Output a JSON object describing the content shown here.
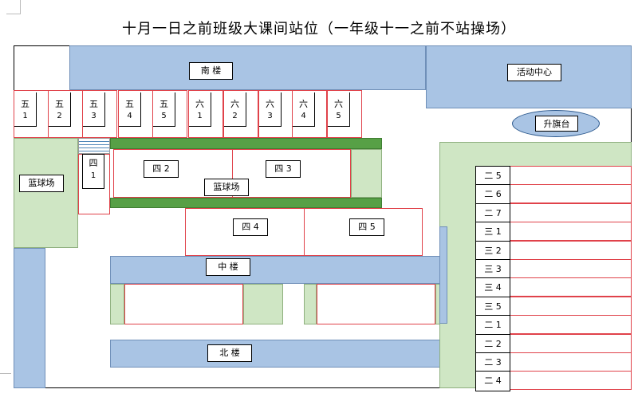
{
  "title": "十月一日之前班级大课间站位（一年级十一之前不站操场）",
  "buildings": {
    "south": "南  楼",
    "middle": "中  楼",
    "north": "北 楼",
    "activity_center": "活动中心",
    "flag_stage": "升旗台",
    "basketball_left": "篮球场",
    "basketball_center": "篮球场"
  },
  "top_classes": [
    {
      "grade": "五",
      "num": "1"
    },
    {
      "grade": "五",
      "num": "2"
    },
    {
      "grade": "五",
      "num": "3"
    },
    {
      "grade": "五",
      "num": "4"
    },
    {
      "grade": "五",
      "num": "5"
    },
    {
      "grade": "六",
      "num": "1"
    },
    {
      "grade": "六",
      "num": "2"
    },
    {
      "grade": "六",
      "num": "3"
    },
    {
      "grade": "六",
      "num": "4"
    },
    {
      "grade": "六",
      "num": "5"
    }
  ],
  "grade4": {
    "c1_grade": "四",
    "c1_num": "1",
    "c2": "四 2",
    "c3": "四 3",
    "c4": "四 4",
    "c5": "四 5"
  },
  "right_classes": [
    "二 5",
    "二 6",
    "二 7",
    "三 1",
    "三 2",
    "三 3",
    "三 4",
    "三 5",
    "二 1",
    "二 2",
    "二 3",
    "二 4"
  ],
  "colors": {
    "building_blue": "#a9c4e4",
    "field_green": "#cfe6c4",
    "strip_green": "#57a046",
    "class_red": "#e0424a"
  }
}
